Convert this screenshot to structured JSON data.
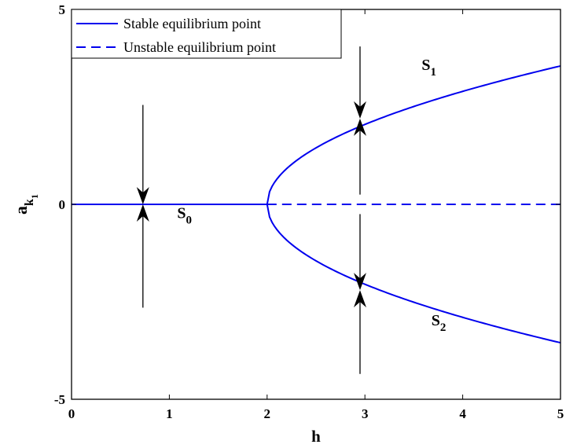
{
  "chart_data": {
    "type": "line",
    "xlabel": "h",
    "ylabel": {
      "base": "a",
      "sub": "k",
      "subsub": "1"
    },
    "xlim": [
      0,
      5
    ],
    "ylim": [
      -5,
      5
    ],
    "xticks": [
      "0",
      "1",
      "2",
      "3",
      "4",
      "5"
    ],
    "yticks": [
      "-5",
      "0",
      "5"
    ],
    "grid": false,
    "legend_position": "top-left",
    "line_color": "#0000ee",
    "series": [
      {
        "name": "Stable equilibrium point",
        "style": "solid",
        "description": "a = 0 for h in [0, 2]; a = ±sqrt(4.2·(h − 2)) for h in [2, 5]",
        "x": [
          0,
          2
        ],
        "y": [
          0,
          0
        ]
      },
      {
        "name": "Unstable equilibrium point",
        "style": "dashed",
        "x": [
          2,
          5
        ],
        "y": [
          0,
          0
        ]
      }
    ],
    "branches": [
      {
        "label": "S1",
        "h_vertex": 2,
        "k": 4.2,
        "sign": 1
      },
      {
        "label": "S2",
        "h_vertex": 2,
        "k": 4.2,
        "sign": -1
      }
    ],
    "annotations": [
      {
        "base": "S",
        "sub": "0",
        "x": 1.08,
        "y": -0.35
      },
      {
        "base": "S",
        "sub": "1",
        "x": 3.58,
        "y": 3.45
      },
      {
        "base": "S",
        "sub": "2",
        "x": 3.68,
        "y": -3.1
      }
    ],
    "arrows": [
      {
        "x": 0.73,
        "from_y": 2.55,
        "to_y": 0
      },
      {
        "x": 0.73,
        "from_y": -2.65,
        "to_y": 0
      },
      {
        "x": 2.95,
        "from_y": 4.05,
        "to_y": 2.2
      },
      {
        "x": 2.95,
        "from_y": 0.25,
        "to_y": 2.2
      },
      {
        "x": 2.95,
        "from_y": -0.25,
        "to_y": -2.2
      },
      {
        "x": 2.95,
        "from_y": -4.35,
        "to_y": -2.2
      }
    ]
  }
}
